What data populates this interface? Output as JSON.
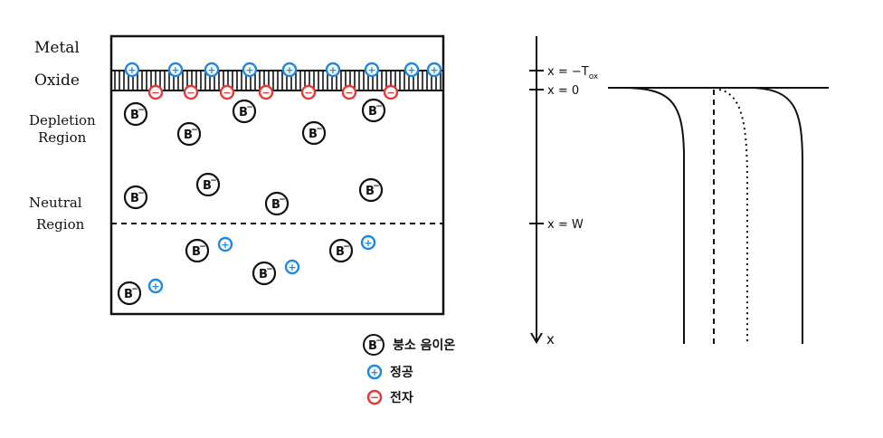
{
  "left_labels": {
    "metal": "Metal",
    "oxide": "Oxide",
    "depletion": [
      "Depletion",
      "Region"
    ],
    "neutral": [
      "Neutral",
      "Region"
    ]
  },
  "ion_symbol": "B",
  "ion_sign": "−",
  "hole_sign": "+",
  "electron_sign": "−",
  "legend": {
    "ion": "붕소 음이온",
    "hole": "정공",
    "electron": "전자"
  },
  "axis": {
    "x_minus_tox": "x = −T",
    "tox_sub": "ox",
    "x_zero": "x = 0",
    "x_w": "x = W",
    "x_axis": "x"
  },
  "colors": {
    "hole": "#1e88e5",
    "electron": "#e53935",
    "ink": "#111111"
  }
}
